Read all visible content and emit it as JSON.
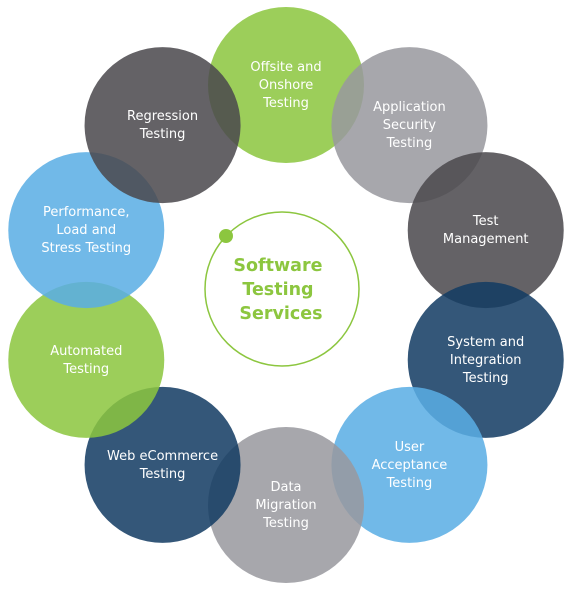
{
  "center": {
    "title_lines": [
      "Software",
      "Testing",
      "Services"
    ],
    "accent_color": "#8cc63f"
  },
  "palette": {
    "green": "#8cc63f",
    "light_gray": "#98999e",
    "dark_gray": "#4a484d",
    "navy": "#133b63",
    "light_blue": "#5aaee4"
  },
  "services": [
    {
      "lines": [
        "Offsite and",
        "Onshore",
        "Testing"
      ],
      "color": "green"
    },
    {
      "lines": [
        "Application",
        "Security",
        "Testing"
      ],
      "color": "light_gray"
    },
    {
      "lines": [
        "Test",
        "Management"
      ],
      "color": "dark_gray"
    },
    {
      "lines": [
        "System and",
        "Integration",
        "Testing"
      ],
      "color": "navy"
    },
    {
      "lines": [
        "User",
        "Acceptance",
        "Testing"
      ],
      "color": "light_blue"
    },
    {
      "lines": [
        "Data",
        "Migration",
        "Testing"
      ],
      "color": "light_gray"
    },
    {
      "lines": [
        "Web eCommerce",
        "Testing"
      ],
      "color": "navy"
    },
    {
      "lines": [
        "Automated",
        "Testing"
      ],
      "color": "green"
    },
    {
      "lines": [
        "Performance,",
        "Load and",
        "Stress Testing"
      ],
      "color": "light_blue"
    },
    {
      "lines": [
        "Regression",
        "Testing"
      ],
      "color": "dark_gray"
    }
  ]
}
